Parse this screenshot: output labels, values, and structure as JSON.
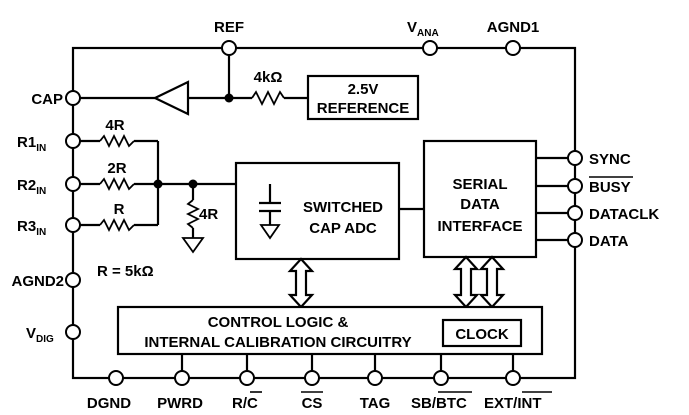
{
  "top_pins": {
    "ref": "REF",
    "vana_main": "V",
    "vana_sub": "ANA",
    "agnd1": "AGND1"
  },
  "left_pins": {
    "cap": "CAP",
    "r1_main": "R1",
    "r1_sub": "IN",
    "r2_main": "R2",
    "r2_sub": "IN",
    "r3_main": "R3",
    "r3_sub": "IN",
    "agnd2": "AGND2",
    "vdig_main": "V",
    "vdig_sub": "DIG"
  },
  "right_pins": {
    "sync": "SYNC",
    "busy": "BUSY",
    "dataclk": "DATACLK",
    "data": "DATA"
  },
  "bottom_pins": {
    "dgnd": "DGND",
    "pwrd": "PWRD",
    "rc_a": "R/",
    "rc_b": "C",
    "cs": "CS",
    "tag": "TAG",
    "sbbtc_a": "SB/",
    "sbbtc_b": "BTC",
    "extint_a": "EXT/",
    "extint_b": "INT"
  },
  "resistors": {
    "r4k": "4kΩ",
    "r_4r_top": "4R",
    "r_2r": "2R",
    "r_r": "R",
    "r_4r_shunt": "4R",
    "r_value": "R = 5kΩ"
  },
  "blocks": {
    "reference_1": "2.5V",
    "reference_2": "REFERENCE",
    "adc_1": "SWITCHED",
    "adc_2": "CAP ADC",
    "serial_1": "SERIAL",
    "serial_2": "DATA",
    "serial_3": "INTERFACE",
    "control_1": "CONTROL LOGIC &",
    "control_2": "INTERNAL CALIBRATION CIRCUITRY",
    "clock": "CLOCK"
  }
}
